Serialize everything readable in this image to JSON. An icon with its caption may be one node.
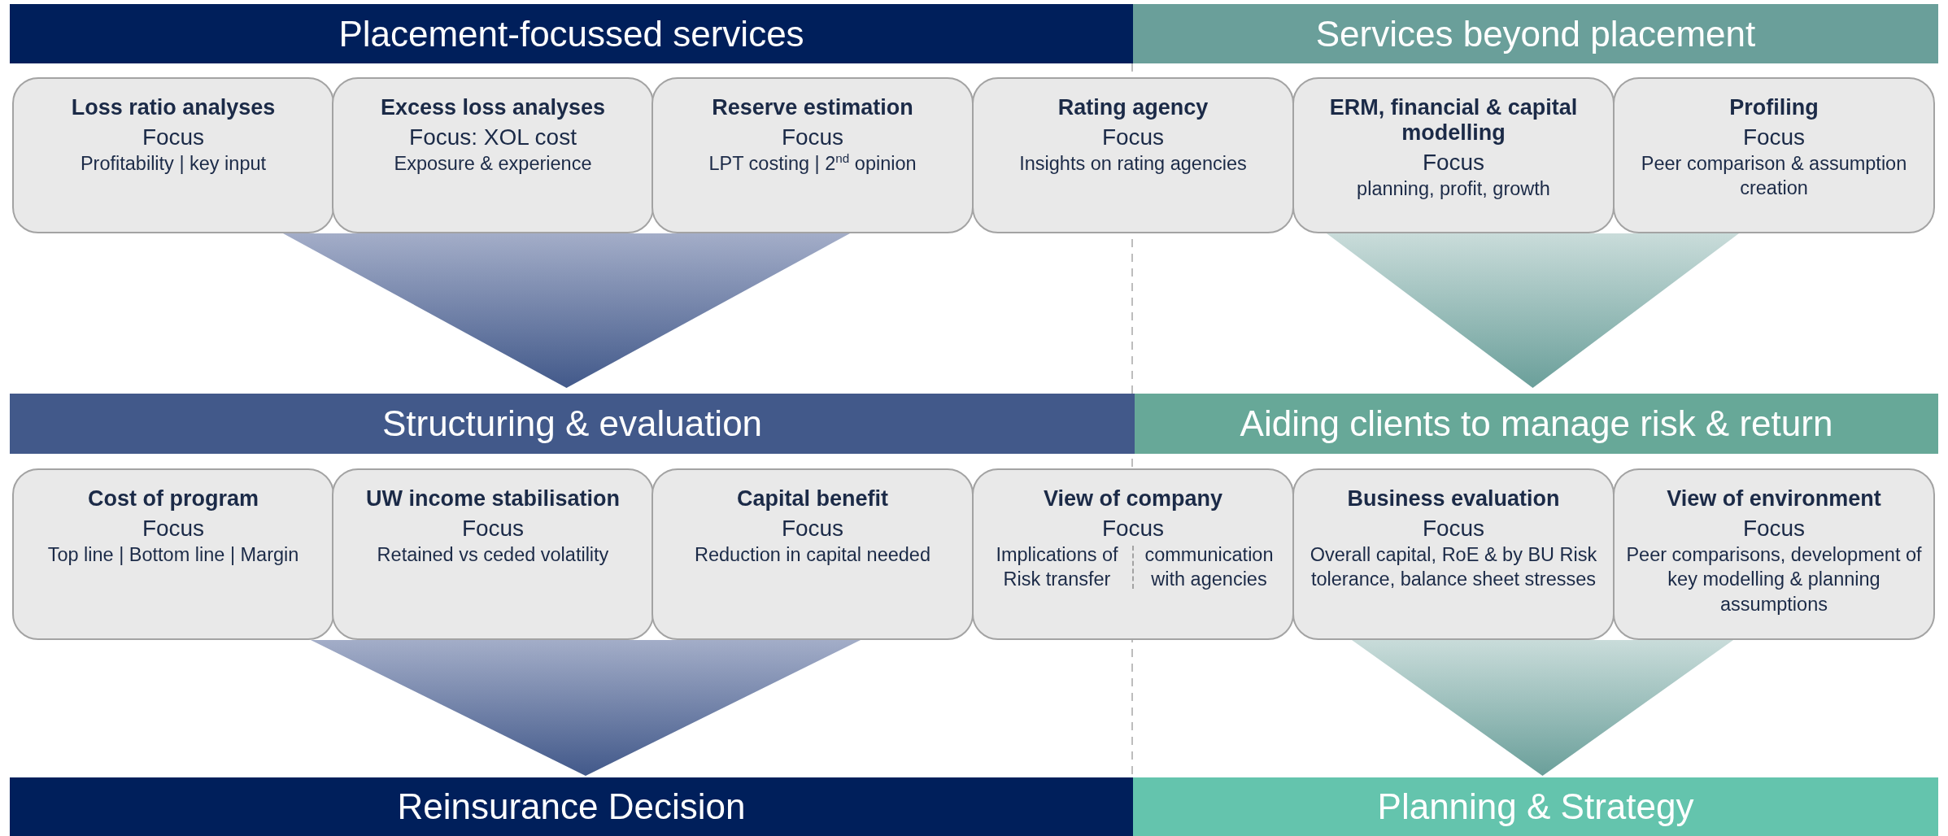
{
  "diagram": {
    "nodes": [
      {
        "text": [
          "Placement-focussed services"
        ]
      },
      {
        "text": [
          "Services beyond placement"
        ]
      },
      {
        "text": [
          "Loss ratio analyses",
          "Focus",
          "Profitability | key input"
        ]
      },
      {
        "text": [
          "Excess loss analyses",
          "Focus: XOL cost",
          "Exposure & experience"
        ]
      },
      {
        "text": [
          "Reserve estimation",
          "Focus",
          "LPT costing | 2$^{nd}$ opinion"
        ]
      },
      {
        "text": [
          "Rating agency",
          "Focus",
          "Insights on rating agencies"
        ]
      },
      {
        "text": [
          "ERM, financial & capital modelling",
          "Focus",
          "planning, profit, growth"
        ]
      },
      {
        "text": [
          "Profiling",
          "Focus",
          "Peer comparison & assumption creation"
        ]
      },
      {
        "text": [
          "Structuring & evaluation"
        ]
      },
      {
        "text": [
          "Aiding clients to manage risk & return"
        ]
      },
      {
        "text": [
          "Cost of program",
          "Focus",
          "Top line | Bottom line | Margin"
        ]
      },
      {
        "text": [
          "UW income stabilisation",
          "Focus",
          "Retained vs ceded volatility"
        ]
      },
      {
        "text": [
          "Capital benefit",
          "Focus",
          "Reduction in capital needed"
        ]
      },
      {
        "text": [
          "View of company",
          "Focus",
          "Implications of Risk transfer",
          "communication with agencies"
        ]
      },
      {
        "text": [
          "Business evaluation",
          "Focus",
          "Overall capital, RoE & by BU Risk tolerance, balance sheet stresses"
        ]
      },
      {
        "text": [
          "View of environment",
          "Focus",
          "Peer comparisons, development of key modelling & planning assumptions"
        ]
      },
      {
        "text": [
          "Reinsurance Decision"
        ]
      },
      {
        "text": [
          "Planning & Strategy"
        ]
      },
      {
        "text": [],
        "shape": "triangle"
      },
      {
        "text": [],
        "shape": "triangle"
      },
      {
        "text": [],
        "shape": "triangle"
      },
      {
        "text": [],
        "shape": "triangle"
      }
    ]
  }
}
